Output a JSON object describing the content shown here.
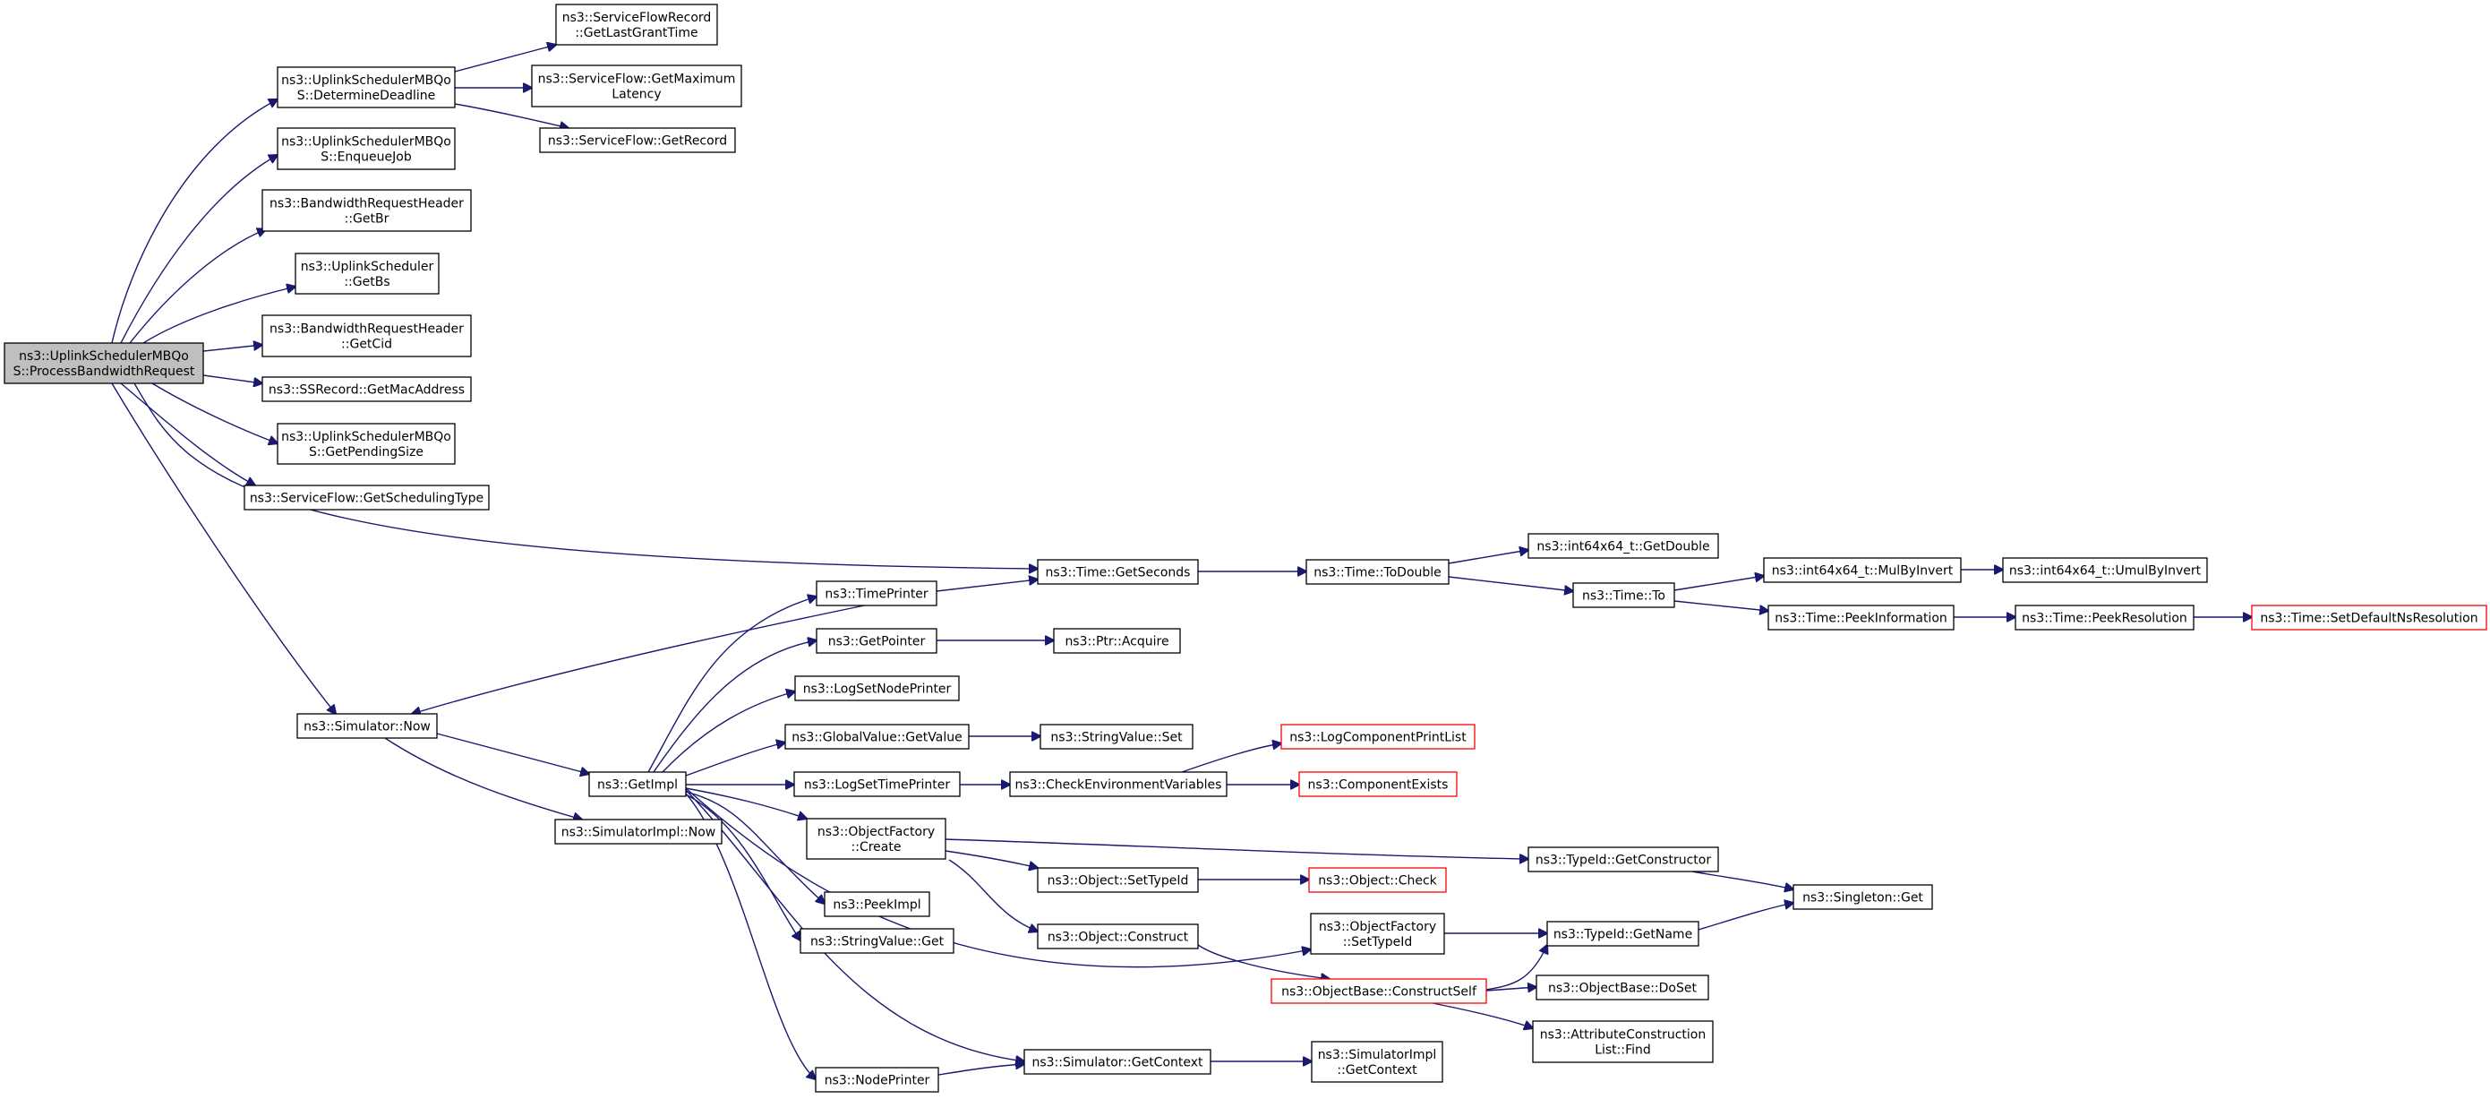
{
  "colors": {
    "edge": "#191970",
    "root_fill": "#bfbfbf",
    "node_fill": "#ffffff",
    "node_border": "#000000",
    "truncated_border": "#ff0000"
  },
  "nodes": {
    "root": [
      "ns3::UplinkSchedulerMBQo",
      "S::ProcessBandwidthRequest"
    ],
    "determine_deadline": [
      "ns3::UplinkSchedulerMBQo",
      "S::DetermineDeadline"
    ],
    "get_last_grant_time": [
      "ns3::ServiceFlowRecord",
      "::GetLastGrantTime"
    ],
    "get_maximum_latency": [
      "ns3::ServiceFlow::GetMaximum",
      "Latency"
    ],
    "get_record": [
      "ns3::ServiceFlow::GetRecord"
    ],
    "enqueue_job": [
      "ns3::UplinkSchedulerMBQo",
      "S::EnqueueJob"
    ],
    "get_br": [
      "ns3::BandwidthRequestHeader",
      "::GetBr"
    ],
    "get_bs": [
      "ns3::UplinkScheduler",
      "::GetBs"
    ],
    "get_cid": [
      "ns3::BandwidthRequestHeader",
      "::GetCid"
    ],
    "get_mac_address": [
      "ns3::SSRecord::GetMacAddress"
    ],
    "get_pending_size": [
      "ns3::UplinkSchedulerMBQo",
      "S::GetPendingSize"
    ],
    "get_scheduling_type": [
      "ns3::ServiceFlow::GetSchedulingType"
    ],
    "time_get_seconds": [
      "ns3::Time::GetSeconds"
    ],
    "time_to_double": [
      "ns3::Time::ToDouble"
    ],
    "int64_get_double": [
      "ns3::int64x64_t::GetDouble"
    ],
    "time_to": [
      "ns3::Time::To"
    ],
    "mul_by_invert": [
      "ns3::int64x64_t::MulByInvert"
    ],
    "umul_by_invert": [
      "ns3::int64x64_t::UmulByInvert"
    ],
    "peek_information": [
      "ns3::Time::PeekInformation"
    ],
    "peek_resolution": [
      "ns3::Time::PeekResolution"
    ],
    "set_default_ns_resolution": [
      "ns3::Time::SetDefaultNsResolution"
    ],
    "simulator_now": [
      "ns3::Simulator::Now"
    ],
    "time_printer": [
      "ns3::TimePrinter"
    ],
    "get_pointer": [
      "ns3::GetPointer"
    ],
    "ptr_acquire": [
      "ns3::Ptr::Acquire"
    ],
    "log_set_node_printer": [
      "ns3::LogSetNodePrinter"
    ],
    "global_value_get_value": [
      "ns3::GlobalValue::GetValue"
    ],
    "string_value_set": [
      "ns3::StringValue::Set"
    ],
    "get_impl": [
      "ns3::GetImpl"
    ],
    "log_set_time_printer": [
      "ns3::LogSetTimePrinter"
    ],
    "check_environment_variables": [
      "ns3::CheckEnvironmentVariables"
    ],
    "log_component_print_list": [
      "ns3::LogComponentPrintList"
    ],
    "component_exists": [
      "ns3::ComponentExists"
    ],
    "simulator_impl_now": [
      "ns3::SimulatorImpl::Now"
    ],
    "object_factory_create": [
      "ns3::ObjectFactory",
      "::Create"
    ],
    "type_id_get_constructor": [
      "ns3::TypeId::GetConstructor"
    ],
    "singleton_get": [
      "ns3::Singleton::Get"
    ],
    "object_set_type_id": [
      "ns3::Object::SetTypeId"
    ],
    "object_check": [
      "ns3::Object::Check"
    ],
    "peek_impl": [
      "ns3::PeekImpl"
    ],
    "object_factory_set_type_id": [
      "ns3::ObjectFactory",
      "::SetTypeId"
    ],
    "type_id_get_name": [
      "ns3::TypeId::GetName"
    ],
    "string_value_get": [
      "ns3::StringValue::Get"
    ],
    "object_construct": [
      "ns3::Object::Construct"
    ],
    "construct_self": [
      "ns3::ObjectBase::ConstructSelf"
    ],
    "object_base_do_set": [
      "ns3::ObjectBase::DoSet"
    ],
    "attribute_construction_list_find": [
      "ns3::AttributeConstruction",
      "List::Find"
    ],
    "simulator_get_context": [
      "ns3::Simulator::GetContext"
    ],
    "simulator_impl_get_context": [
      "ns3::SimulatorImpl",
      "::GetContext"
    ],
    "node_printer": [
      "ns3::NodePrinter"
    ]
  }
}
